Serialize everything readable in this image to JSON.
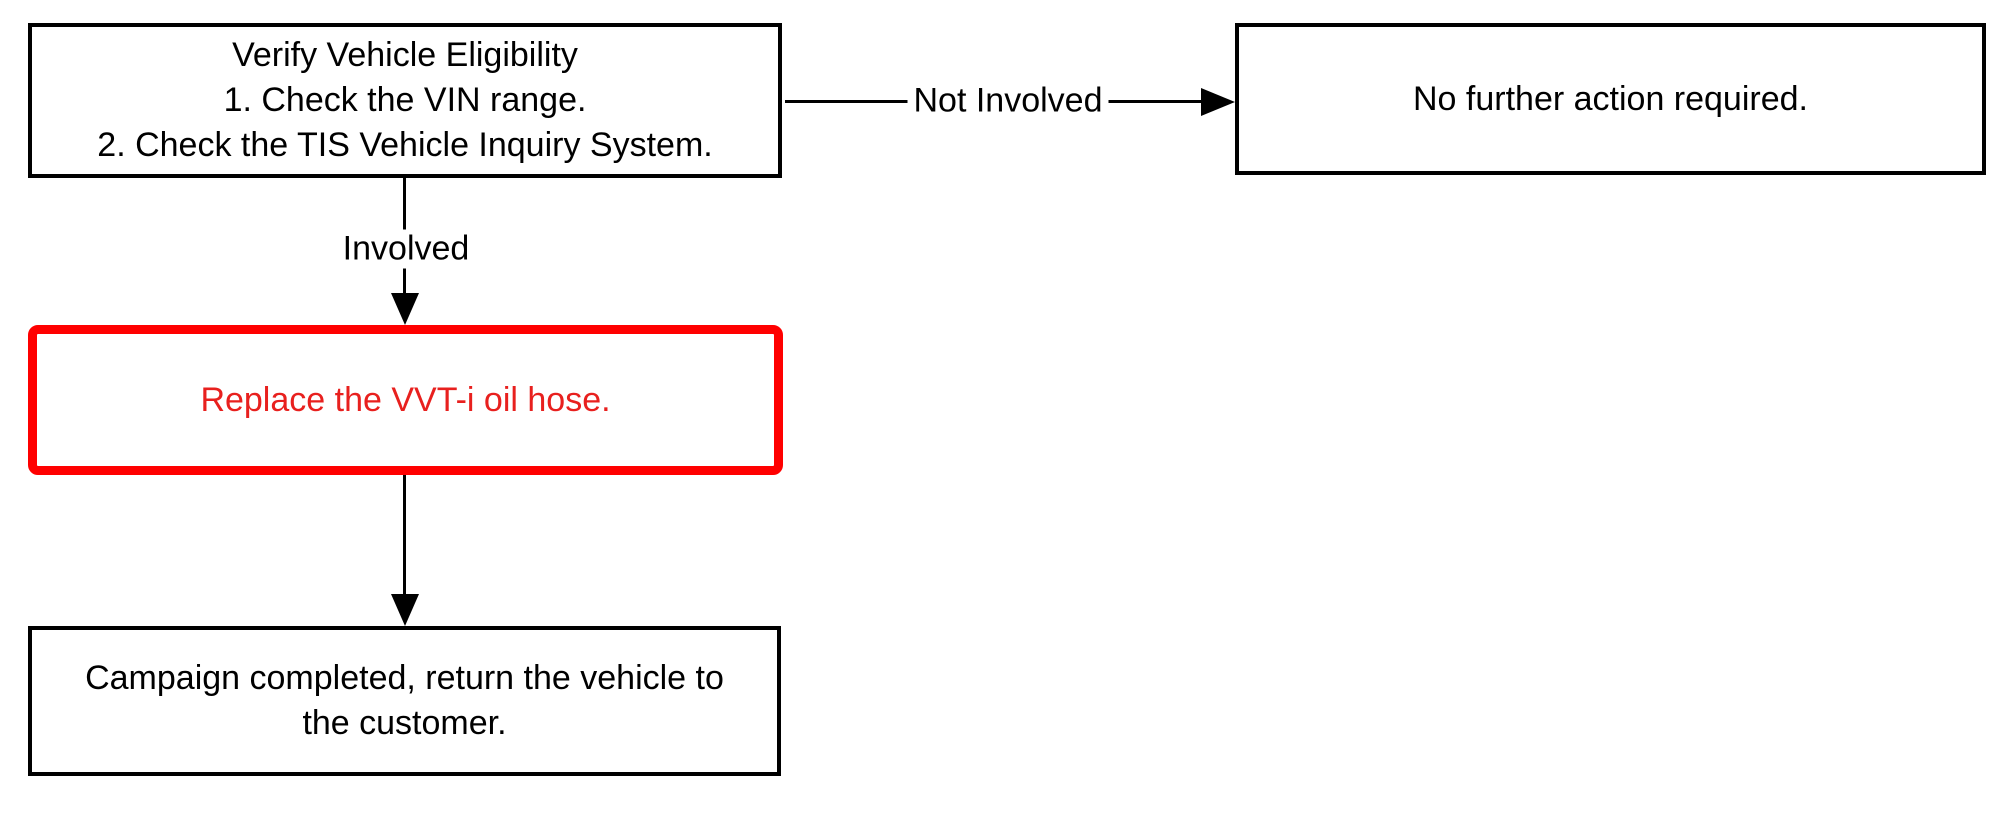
{
  "diagram": {
    "type": "flowchart",
    "background_color": "#ffffff",
    "line_color": "#000000",
    "highlight_border_color": "#ff0000",
    "highlight_text_color": "#e8201e",
    "nodes": {
      "verify": {
        "lines": [
          "Verify Vehicle Eligibility",
          "1. Check the VIN range.",
          "2. Check the TIS Vehicle Inquiry System."
        ]
      },
      "no_action": {
        "label": "No further action required."
      },
      "replace": {
        "label": "Replace the VVT-i oil hose."
      },
      "complete": {
        "lines": [
          "Campaign completed, return the vehicle to",
          "the customer."
        ]
      }
    },
    "edges": {
      "not_involved": {
        "label": "Not Involved",
        "from": "verify",
        "to": "no_action"
      },
      "involved": {
        "label": "Involved",
        "from": "verify",
        "to": "replace"
      },
      "finish": {
        "from": "replace",
        "to": "complete"
      }
    }
  }
}
